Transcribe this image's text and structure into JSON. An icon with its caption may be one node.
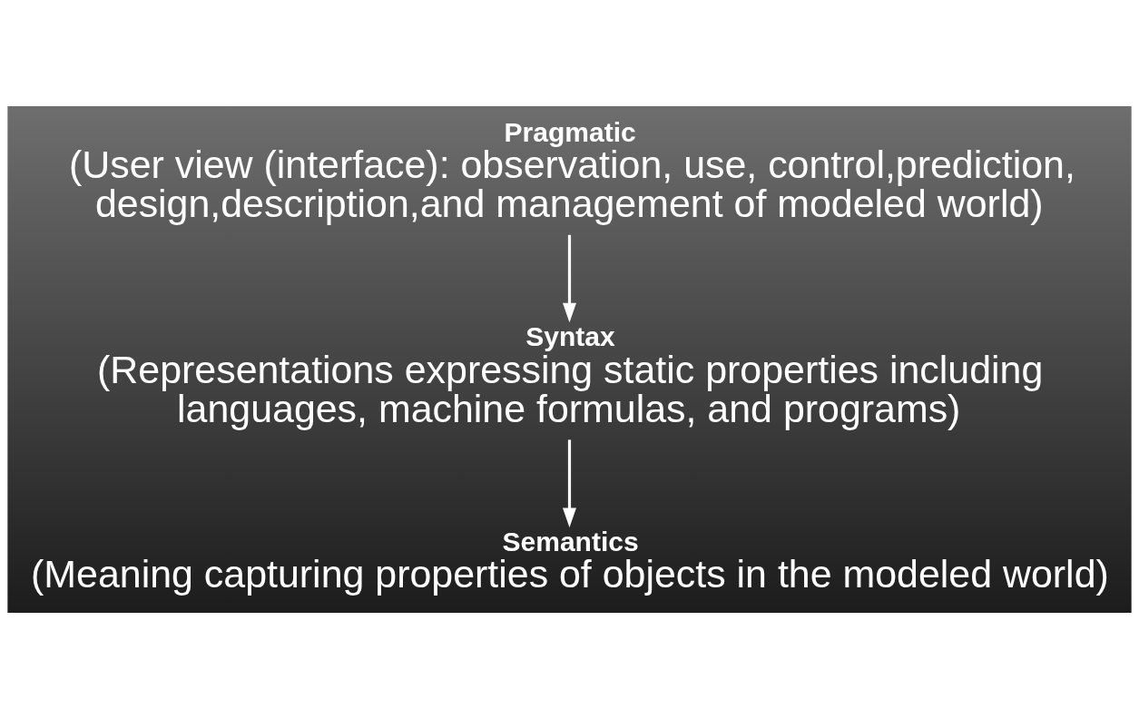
{
  "diagram": {
    "nodes": [
      {
        "text": [
          "Pragmatic",
          "(User view (interface): observation, use, control,prediction, design,description,and management of modeled world)"
        ]
      },
      {
        "text": [
          "Syntax",
          "(Representations expressing static properties including languages, machine formulas, and programs)"
        ]
      },
      {
        "text": [
          "Semantics",
          "(Meaning capturing properties of objects in the modeled world)"
        ]
      }
    ],
    "edges": [
      {
        "from": 0,
        "to": 1,
        "arrow": "to"
      },
      {
        "from": 1,
        "to": 2,
        "arrow": "to"
      }
    ]
  }
}
